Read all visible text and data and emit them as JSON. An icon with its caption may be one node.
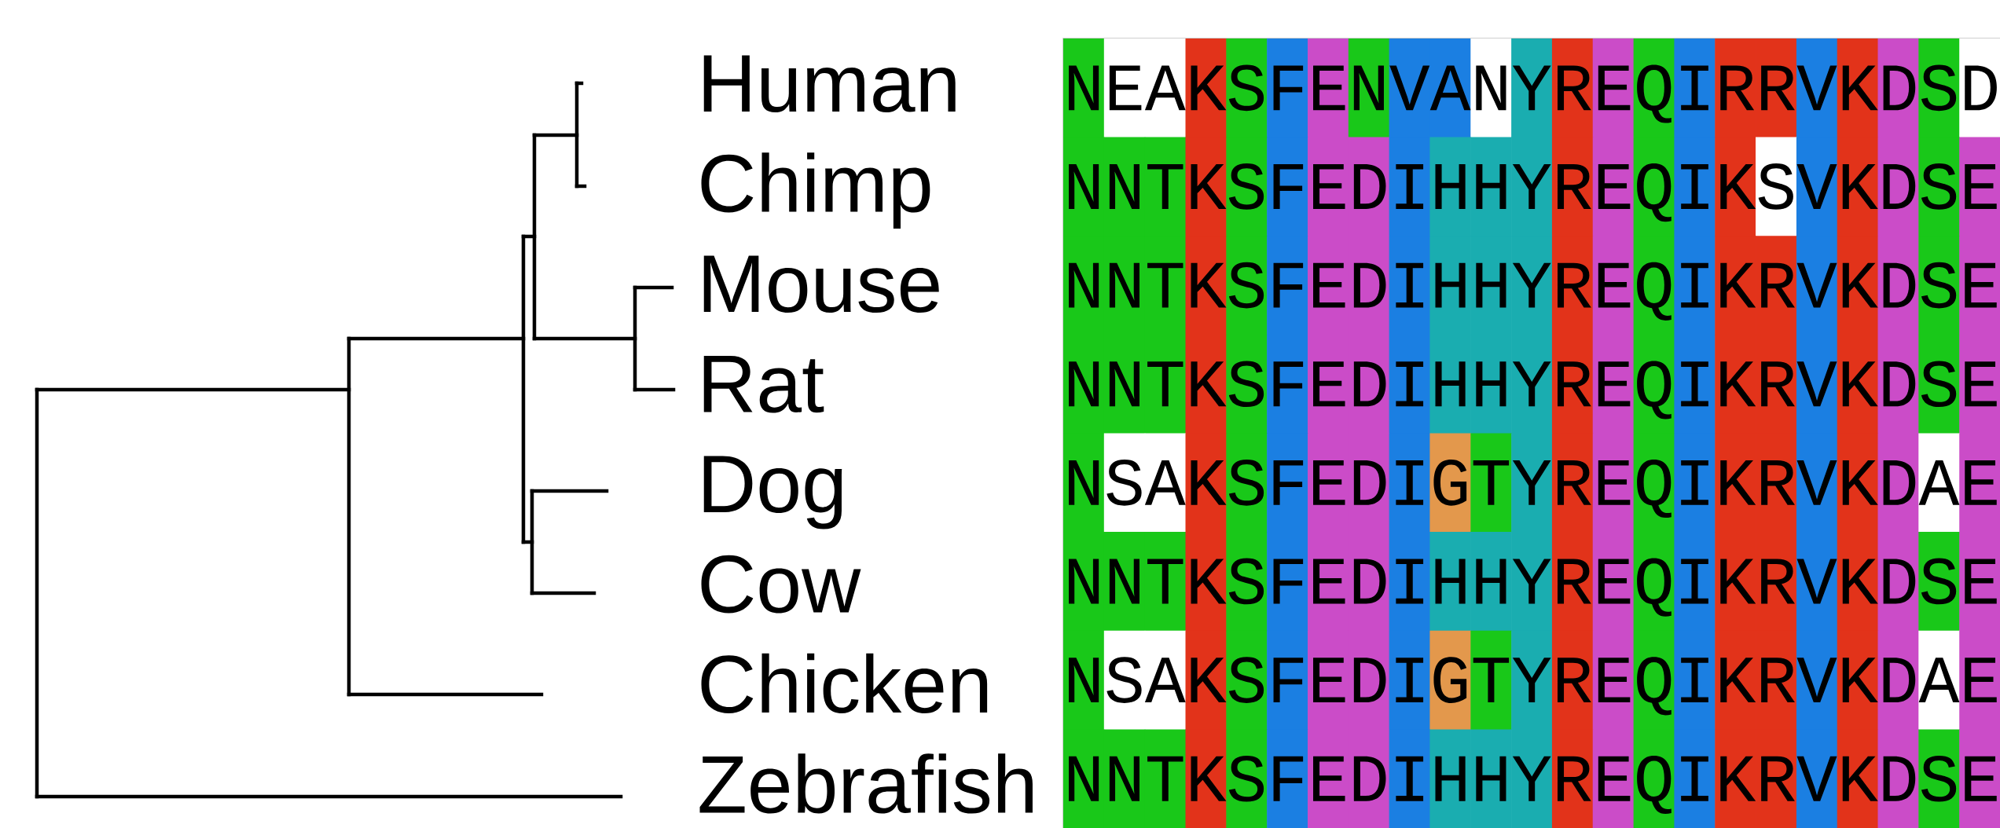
{
  "diagram": {
    "labels": [
      "Human",
      "NEAKSFENVANYREQIRRVKDSD",
      "Chimp",
      "NNTKSFEDIHHYREQIKSVKDSE",
      "Mouse",
      "NNTKSFEDIHHYREQIKRVKDSE",
      "Rat",
      "NNTKSFEDIHHYREQIKRVKDSE",
      "Dog",
      "NSAKSFEDIGTYREQIKRVKDAE",
      "Cow",
      "NNTKSFEDIHHYREQIKRVKDSE",
      "Chicken",
      "NSAKSFEDIGTYREQIKRVKDAE",
      "Zebrafish",
      "NNTKSFEDIHHYREQIKRVKDSE"
    ]
  }
}
